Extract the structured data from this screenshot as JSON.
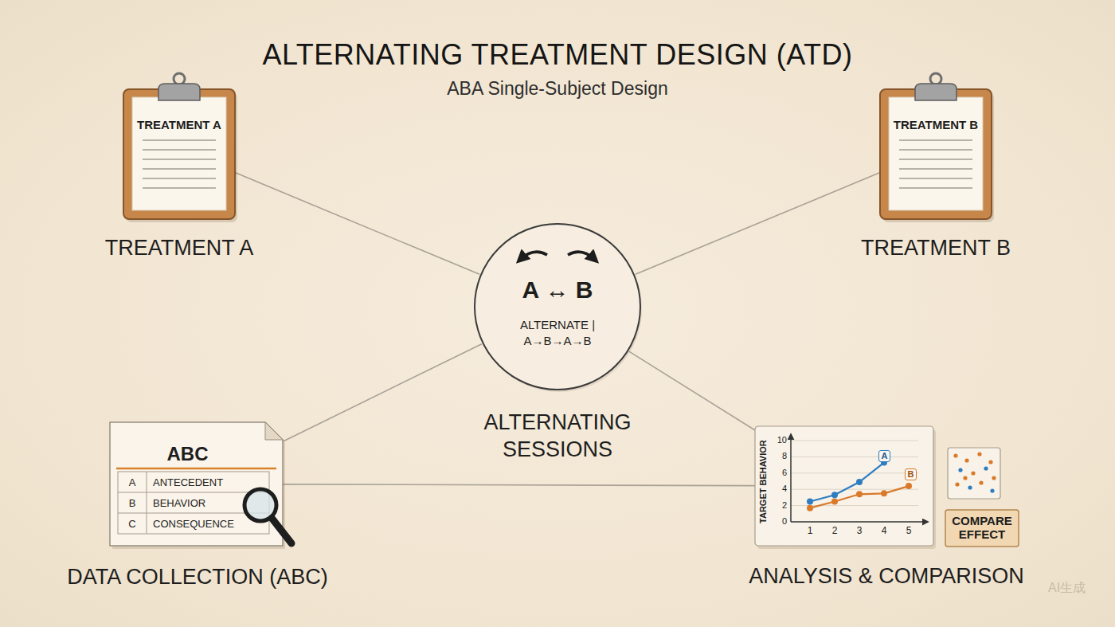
{
  "diagram": {
    "title": "ALTERNATING TREATMENT DESIGN (ATD)",
    "nodes": [
      {
        "text": [
          "TREATMENT A",
          "TREATMENT A"
        ]
      },
      {
        "text": [
          "TREATMENT B",
          "TREATMENT B"
        ]
      },
      {
        "text": [
          "A ↔ B",
          "ALTERNATE | A→B→A→B",
          "ALTERNATING SESSIONS"
        ]
      },
      {
        "text": [
          "ABC",
          "A",
          "ANTECEDENT",
          "B",
          "BEHAVIOR",
          "C",
          "CONSEQUENCE",
          "DATA COLLECTION (ABC)"
        ]
      },
      {
        "text": [
          "TARGET BEHAVIOR",
          "10",
          "8",
          "6",
          "4",
          "2",
          "0",
          "1",
          "2",
          "3",
          "4",
          "5",
          "A",
          "B",
          "ANALYSIS & COMPARISON"
        ]
      },
      {
        "text": [
          "COMPARE EFFECT"
        ]
      }
    ],
    "edges": [
      {
        "from": 0,
        "to": 2,
        "arrow": "none"
      },
      {
        "from": 1,
        "to": 2,
        "arrow": "none"
      },
      {
        "from": 3,
        "to": 2,
        "arrow": "none"
      },
      {
        "from": 2,
        "to": 4,
        "arrow": "none"
      },
      {
        "from": 3,
        "to": 4,
        "arrow": "none"
      }
    ],
    "labels": [
      "ABA Single-Subject Design",
      "AI生成"
    ]
  }
}
